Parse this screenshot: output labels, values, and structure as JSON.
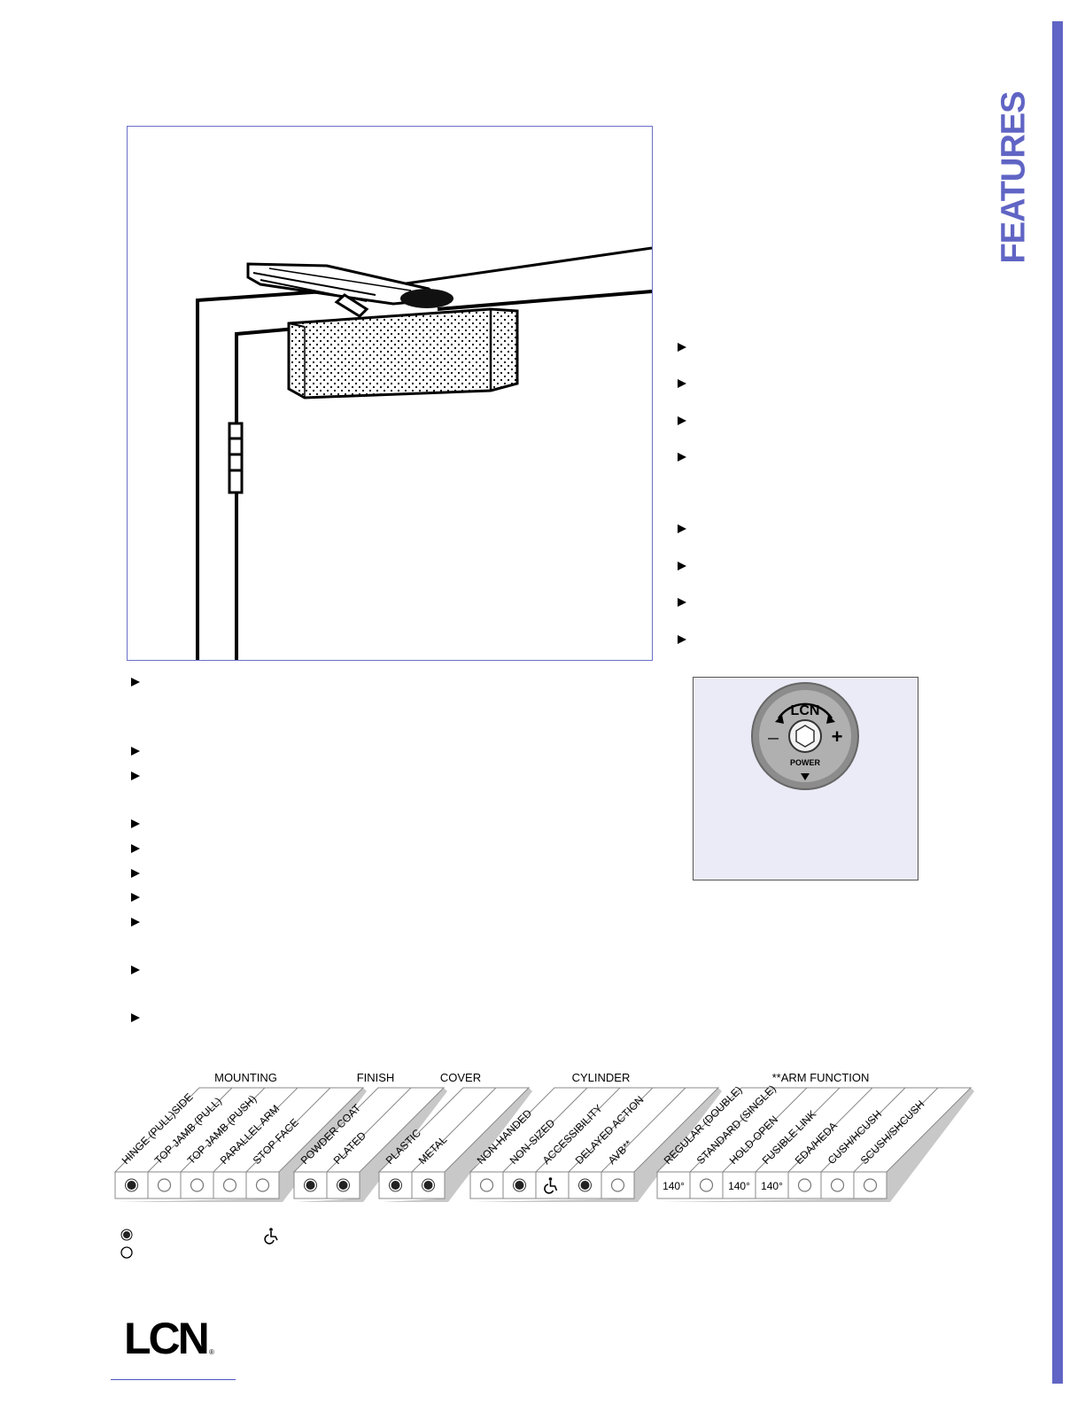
{
  "side_heading": "FEATURES",
  "logo": {
    "text": "LCN",
    "registered": "®"
  },
  "power_adjust": {
    "brand": "LCN",
    "label": "POWER",
    "minus": "—",
    "plus": "+"
  },
  "spec_table": {
    "groups": [
      {
        "title": "MOUNTING",
        "columns": [
          {
            "label": "HINGE (PULL)SIDE",
            "mark": "filled"
          },
          {
            "label": "TOP JAMB (PULL)",
            "mark": "open"
          },
          {
            "label": "TOP JAMB (PUSH)",
            "mark": "open"
          },
          {
            "label": "PARALLEL ARM",
            "mark": "open"
          },
          {
            "label": "STOP FACE",
            "mark": "open"
          }
        ]
      },
      {
        "title": "FINISH",
        "columns": [
          {
            "label": "POWDER COAT",
            "mark": "filled"
          },
          {
            "label": "PLATED",
            "mark": "filled"
          }
        ]
      },
      {
        "title": "COVER",
        "columns": [
          {
            "label": "PLASTIC",
            "mark": "filled"
          },
          {
            "label": "METAL",
            "mark": "filled"
          }
        ]
      },
      {
        "title": "CYLINDER",
        "columns": [
          {
            "label": "NON-HANDED",
            "mark": "open"
          },
          {
            "label": "NON-SIZED",
            "mark": "filled"
          },
          {
            "label": "ACCESSIBILITY",
            "mark": "accessible"
          },
          {
            "label": "DELAYED ACTION",
            "mark": "filled"
          },
          {
            "label": "AVB**",
            "mark": "open"
          }
        ]
      },
      {
        "title": "**ARM FUNCTION",
        "columns": [
          {
            "label": "REGULAR (DOUBLE)",
            "mark": "text",
            "text": "140°"
          },
          {
            "label": "STANDARD (SINGLE)",
            "mark": "open"
          },
          {
            "label": "HOLD-OPEN",
            "mark": "text",
            "text": "140°"
          },
          {
            "label": "FUSIBLE LINK",
            "mark": "text",
            "text": "140°"
          },
          {
            "label": "EDA/HEDA",
            "mark": "open"
          },
          {
            "label": "CUSH/HCUSH",
            "mark": "open"
          },
          {
            "label": "SCUSH/SHCUSH",
            "mark": "open"
          }
        ]
      }
    ]
  },
  "colors": {
    "accent": "#6064c4",
    "box_border": "#6a6fc9",
    "panel_bg": "#ebebf7"
  }
}
